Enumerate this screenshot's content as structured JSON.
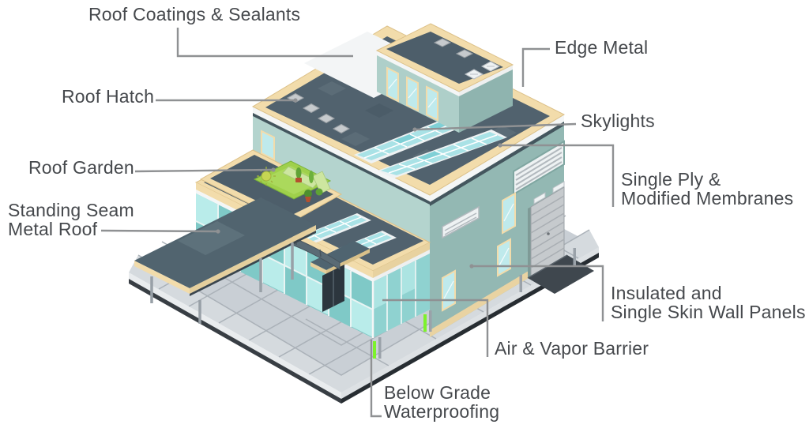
{
  "diagram": {
    "type": "labeled-illustration",
    "subject": "Isometric commercial building with building-envelope component callouts",
    "labels": [
      {
        "id": "roof-coatings-sealants",
        "lines": [
          "Roof Coatings & Sealants"
        ]
      },
      {
        "id": "roof-hatch",
        "lines": [
          "Roof Hatch"
        ]
      },
      {
        "id": "roof-garden",
        "lines": [
          "Roof Garden"
        ]
      },
      {
        "id": "standing-seam-metal-roof",
        "lines": [
          "Standing Seam",
          "Metal Roof"
        ]
      },
      {
        "id": "edge-metal",
        "lines": [
          "Edge Metal"
        ]
      },
      {
        "id": "skylights",
        "lines": [
          "Skylights"
        ]
      },
      {
        "id": "single-ply-modified-membranes",
        "lines": [
          "Single Ply &",
          "Modified Membranes"
        ]
      },
      {
        "id": "insulated-single-skin-wall-panels",
        "lines": [
          "Insulated and",
          "Single Skin Wall Panels"
        ]
      },
      {
        "id": "air-vapor-barrier",
        "lines": [
          "Air & Vapor Barrier"
        ]
      },
      {
        "id": "below-grade-waterproofing",
        "lines": [
          "Below Grade",
          "Waterproofing"
        ]
      }
    ],
    "colors": {
      "label_text": "#46494d",
      "leader_line": "#8f9193",
      "roof_membrane": "#51626e",
      "roof_coating_white": "#f3f5f6",
      "edge_metal_tan": "#f2dcab",
      "wall_light": "#b4d4ce",
      "wall_medium": "#93b8b3",
      "curtain_glass": "#9fd9d6",
      "skylight_glass": "#a9e2e6",
      "garden_green": "#9fd04b",
      "ground_concrete": "#c9cfd5",
      "bollard_green": "#7df22b"
    }
  }
}
